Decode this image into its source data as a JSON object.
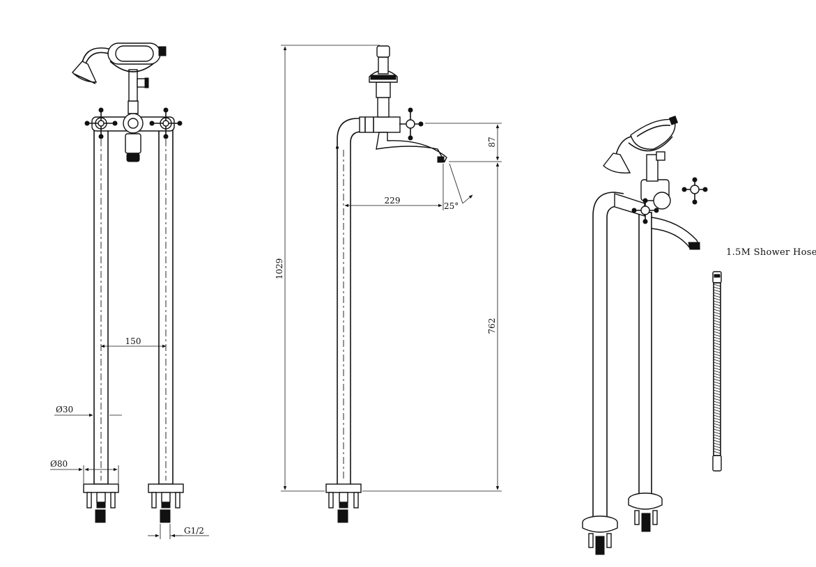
{
  "dimensions": {
    "pipe_spacing": "150",
    "pipe_diameter": "Ø30",
    "base_diameter": "Ø80",
    "thread": "G1/2",
    "total_height": "1029",
    "spout_reach": "229",
    "spout_angle": "25°",
    "handle_to_spout": "87",
    "spout_height": "762"
  },
  "labels": {
    "hose": "1.5M Shower Hose"
  }
}
